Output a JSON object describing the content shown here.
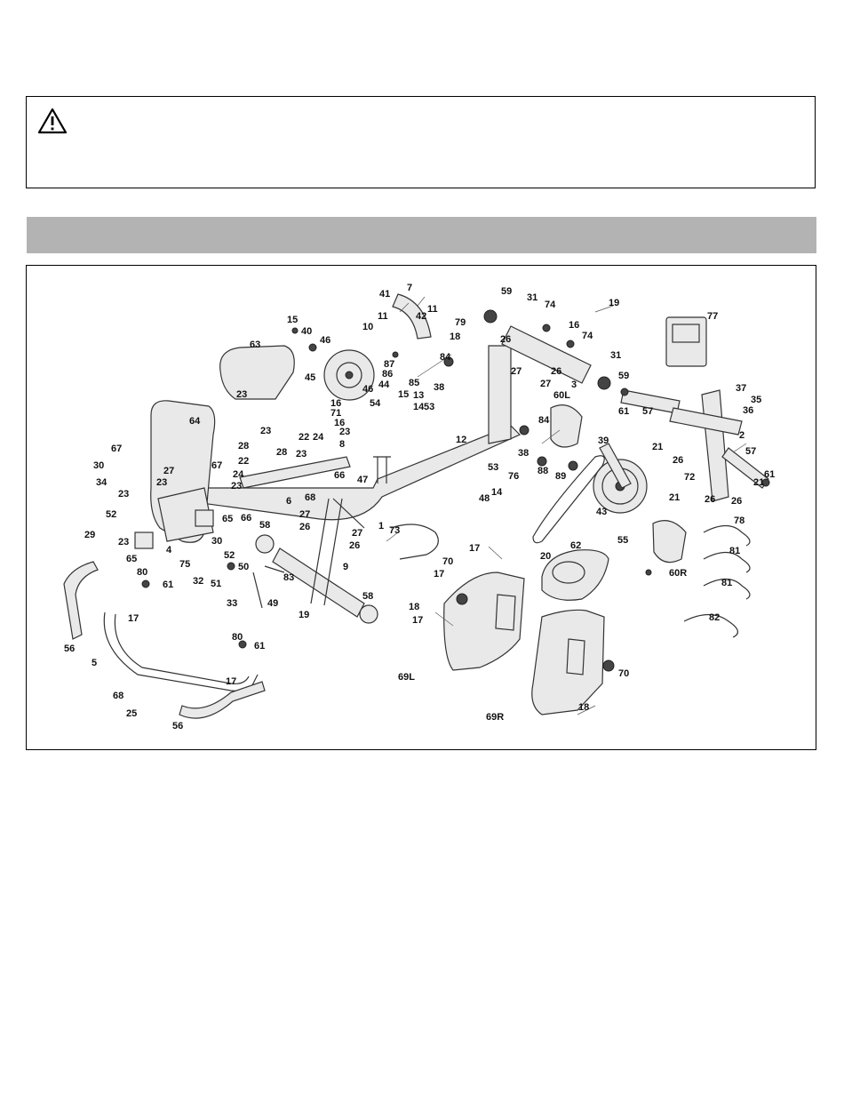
{
  "warning": {
    "icon": "warning-triangle-icon",
    "text": ""
  },
  "section_header": {
    "title": ""
  },
  "diagram": {
    "labels": [
      {
        "id": "l7",
        "text": "7"
      },
      {
        "id": "l41",
        "text": "41"
      },
      {
        "id": "l11a",
        "text": "11"
      },
      {
        "id": "l11b",
        "text": "11"
      },
      {
        "id": "l42",
        "text": "42"
      },
      {
        "id": "l59a",
        "text": "59"
      },
      {
        "id": "l31a",
        "text": "31"
      },
      {
        "id": "l74a",
        "text": "74"
      },
      {
        "id": "l19a",
        "text": "19"
      },
      {
        "id": "l16a",
        "text": "16"
      },
      {
        "id": "l77",
        "text": "77"
      },
      {
        "id": "l15a",
        "text": "15"
      },
      {
        "id": "l40",
        "text": "40"
      },
      {
        "id": "l46a",
        "text": "46"
      },
      {
        "id": "l10",
        "text": "10"
      },
      {
        "id": "l79",
        "text": "79"
      },
      {
        "id": "l18a",
        "text": "18"
      },
      {
        "id": "l26a",
        "text": "26"
      },
      {
        "id": "l74b",
        "text": "74"
      },
      {
        "id": "l31b",
        "text": "31"
      },
      {
        "id": "l63",
        "text": "63"
      },
      {
        "id": "l87",
        "text": "87"
      },
      {
        "id": "l84a",
        "text": "84"
      },
      {
        "id": "l27a",
        "text": "27"
      },
      {
        "id": "l26b",
        "text": "26"
      },
      {
        "id": "l27b",
        "text": "27"
      },
      {
        "id": "l3",
        "text": "3"
      },
      {
        "id": "l59b",
        "text": "59"
      },
      {
        "id": "l45",
        "text": "45"
      },
      {
        "id": "l86",
        "text": "86"
      },
      {
        "id": "l38a",
        "text": "38"
      },
      {
        "id": "l85",
        "text": "85"
      },
      {
        "id": "l46b",
        "text": "46"
      },
      {
        "id": "l44",
        "text": "44"
      },
      {
        "id": "l13",
        "text": "13"
      },
      {
        "id": "l60L",
        "text": "60L"
      },
      {
        "id": "l37",
        "text": "37"
      },
      {
        "id": "l35",
        "text": "35"
      },
      {
        "id": "l36",
        "text": "36"
      },
      {
        "id": "l61a",
        "text": "61"
      },
      {
        "id": "l57a",
        "text": "57"
      },
      {
        "id": "l15b",
        "text": "15"
      },
      {
        "id": "l14a",
        "text": "14"
      },
      {
        "id": "l53a",
        "text": "53"
      },
      {
        "id": "l16b",
        "text": "16"
      },
      {
        "id": "l71",
        "text": "71"
      },
      {
        "id": "l54",
        "text": "54"
      },
      {
        "id": "l16c",
        "text": "16"
      },
      {
        "id": "l23a",
        "text": "23"
      },
      {
        "id": "l64",
        "text": "64"
      },
      {
        "id": "l23b",
        "text": "23"
      },
      {
        "id": "l23c",
        "text": "23"
      },
      {
        "id": "l8",
        "text": "8"
      },
      {
        "id": "l22a",
        "text": "22"
      },
      {
        "id": "l24a",
        "text": "24"
      },
      {
        "id": "l12",
        "text": "12"
      },
      {
        "id": "l2",
        "text": "2"
      },
      {
        "id": "l21a",
        "text": "21"
      },
      {
        "id": "l39",
        "text": "39"
      },
      {
        "id": "l84b",
        "text": "84"
      },
      {
        "id": "l38b",
        "text": "38"
      },
      {
        "id": "l28a",
        "text": "28"
      },
      {
        "id": "l28b",
        "text": "28"
      },
      {
        "id": "l67a",
        "text": "67"
      },
      {
        "id": "l23d",
        "text": "23"
      },
      {
        "id": "l66a",
        "text": "66"
      },
      {
        "id": "l57b",
        "text": "57"
      },
      {
        "id": "l26c",
        "text": "26"
      },
      {
        "id": "l72",
        "text": "72"
      },
      {
        "id": "l61b",
        "text": "61"
      },
      {
        "id": "l30a",
        "text": "30"
      },
      {
        "id": "l22b",
        "text": "22"
      },
      {
        "id": "l47",
        "text": "47"
      },
      {
        "id": "l53b",
        "text": "53"
      },
      {
        "id": "l88",
        "text": "88"
      },
      {
        "id": "l89",
        "text": "89"
      },
      {
        "id": "l21b",
        "text": "21"
      },
      {
        "id": "l21c",
        "text": "21"
      },
      {
        "id": "l27c",
        "text": "27"
      },
      {
        "id": "l67b",
        "text": "67"
      },
      {
        "id": "l24b",
        "text": "24"
      },
      {
        "id": "l23e",
        "text": "23"
      },
      {
        "id": "l68a",
        "text": "68"
      },
      {
        "id": "l48",
        "text": "48"
      },
      {
        "id": "l14b",
        "text": "14"
      },
      {
        "id": "l76",
        "text": "76"
      },
      {
        "id": "l26d",
        "text": "26"
      },
      {
        "id": "l26e",
        "text": "26"
      },
      {
        "id": "l34",
        "text": "34"
      },
      {
        "id": "l23f",
        "text": "23"
      },
      {
        "id": "l23g",
        "text": "23"
      },
      {
        "id": "l6",
        "text": "6"
      },
      {
        "id": "l43",
        "text": "43"
      },
      {
        "id": "l78",
        "text": "78"
      },
      {
        "id": "l52a",
        "text": "52"
      },
      {
        "id": "l65a",
        "text": "65"
      },
      {
        "id": "l66b",
        "text": "66"
      },
      {
        "id": "l27d",
        "text": "27"
      },
      {
        "id": "l29",
        "text": "29"
      },
      {
        "id": "l1",
        "text": "1"
      },
      {
        "id": "l26f",
        "text": "26"
      },
      {
        "id": "l73",
        "text": "73"
      },
      {
        "id": "l62",
        "text": "62"
      },
      {
        "id": "l55",
        "text": "55"
      },
      {
        "id": "l23h",
        "text": "23"
      },
      {
        "id": "l58a",
        "text": "58"
      },
      {
        "id": "l17a",
        "text": "17"
      },
      {
        "id": "l81a",
        "text": "81"
      },
      {
        "id": "l65b",
        "text": "65"
      },
      {
        "id": "l4",
        "text": "4"
      },
      {
        "id": "l30b",
        "text": "30"
      },
      {
        "id": "l27e",
        "text": "27"
      },
      {
        "id": "l26g",
        "text": "26"
      },
      {
        "id": "l75",
        "text": "75"
      },
      {
        "id": "l52b",
        "text": "52"
      },
      {
        "id": "l50",
        "text": "50"
      },
      {
        "id": "l9",
        "text": "9"
      },
      {
        "id": "l70a",
        "text": "70"
      },
      {
        "id": "l20",
        "text": "20"
      },
      {
        "id": "l60R",
        "text": "60R"
      },
      {
        "id": "l32",
        "text": "32"
      },
      {
        "id": "l51",
        "text": "51"
      },
      {
        "id": "l83",
        "text": "83"
      },
      {
        "id": "l17b",
        "text": "17"
      },
      {
        "id": "l81b",
        "text": "81"
      },
      {
        "id": "l80a",
        "text": "80"
      },
      {
        "id": "l61c",
        "text": "61"
      },
      {
        "id": "l33",
        "text": "33"
      },
      {
        "id": "l58b",
        "text": "58"
      },
      {
        "id": "l18b",
        "text": "18"
      },
      {
        "id": "l49",
        "text": "49"
      },
      {
        "id": "l19b",
        "text": "19"
      },
      {
        "id": "l17c",
        "text": "17"
      },
      {
        "id": "l17d",
        "text": "17"
      },
      {
        "id": "l82",
        "text": "82"
      },
      {
        "id": "l56a",
        "text": "56"
      },
      {
        "id": "l5",
        "text": "5"
      },
      {
        "id": "l80b",
        "text": "80"
      },
      {
        "id": "l61d",
        "text": "61"
      },
      {
        "id": "l69L",
        "text": "69L"
      },
      {
        "id": "l70b",
        "text": "70"
      },
      {
        "id": "l68b",
        "text": "68"
      },
      {
        "id": "l17e",
        "text": "17"
      },
      {
        "id": "l25",
        "text": "25"
      },
      {
        "id": "l18c",
        "text": "18"
      },
      {
        "id": "l56b",
        "text": "56"
      },
      {
        "id": "l69R",
        "text": "69R"
      }
    ]
  }
}
